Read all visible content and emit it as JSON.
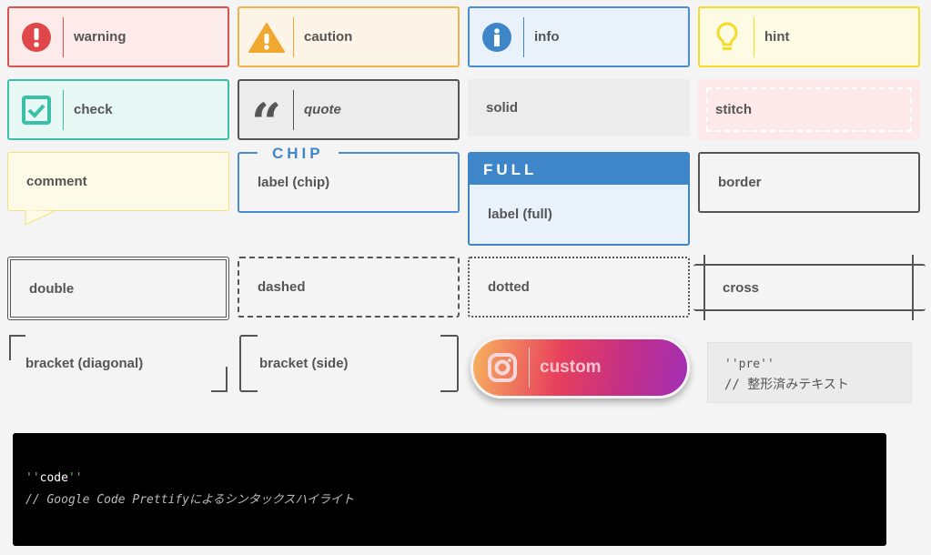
{
  "boxes": {
    "warning": "warning",
    "caution": "caution",
    "info": "info",
    "hint": "hint",
    "check": "check",
    "quote": "quote",
    "solid": "solid",
    "stitch": "stitch",
    "comment": "comment",
    "chip_label": "CHIP",
    "chip": "label (chip)",
    "full_label": "FULL",
    "full": "label (full)",
    "border": "border",
    "double": "double",
    "dashed": "dashed",
    "dotted": "dotted",
    "cross": "cross",
    "bracket_diagonal": "bracket (diagonal)",
    "bracket_side": "bracket (side)",
    "custom": "custom"
  },
  "pre": {
    "line1": "''pre''",
    "line2": "// 整形済みテキスト"
  },
  "code": {
    "line1_quote": "''",
    "line1_word": "code",
    "line2": "// Google Code Prettifyによるシンタックスハイライト"
  },
  "colors": {
    "warning": "#e0474a",
    "caution": "#f0a830",
    "info": "#3f86c8",
    "hint": "#f5dc2a",
    "check": "#3bbfa6"
  }
}
